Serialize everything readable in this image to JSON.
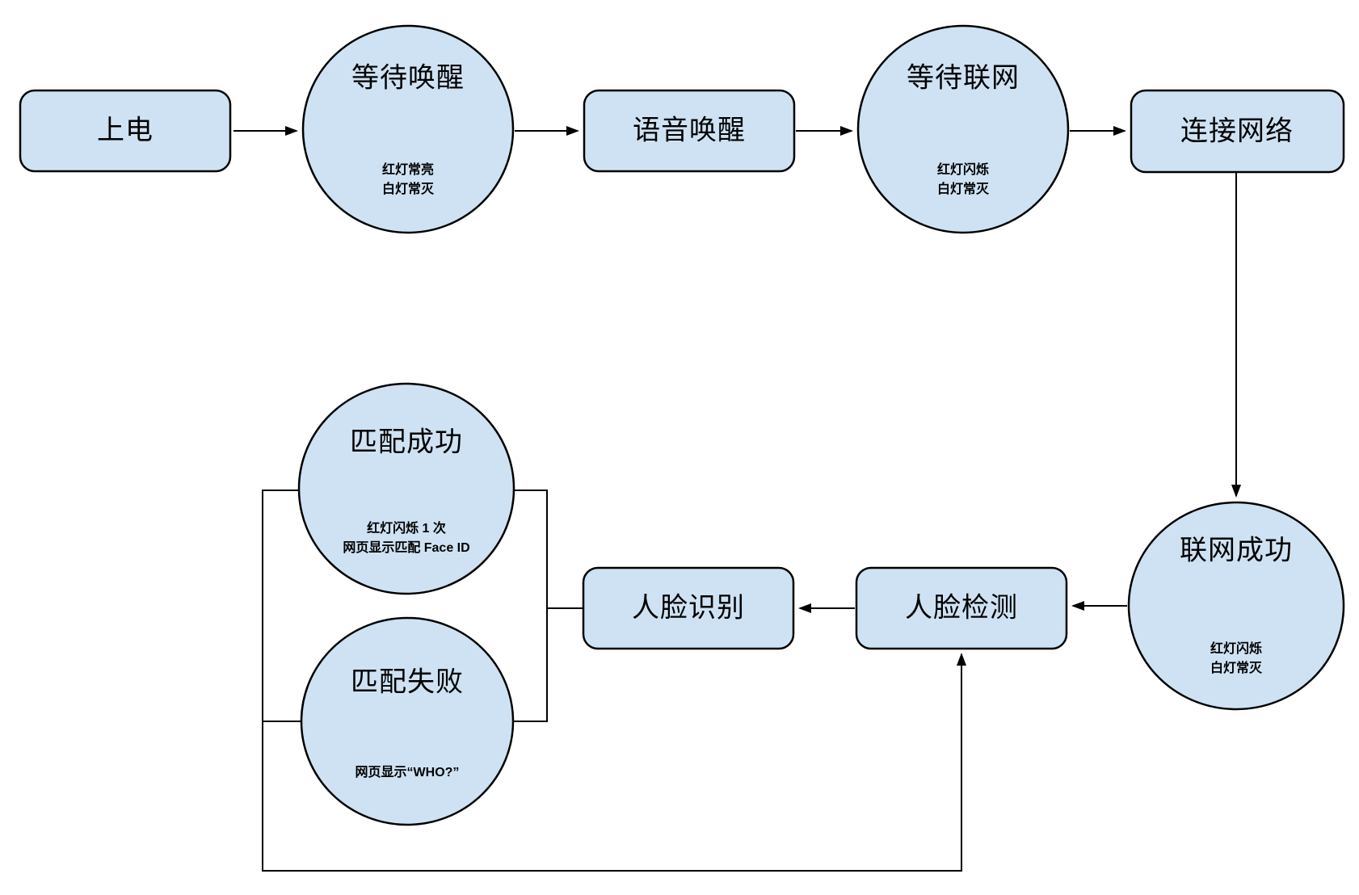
{
  "colors": {
    "shape_fill": "#cfe2f3",
    "shape_stroke": "#000000",
    "line_color": "#000000",
    "text_color": "#000000",
    "bg": "#ffffff"
  },
  "nodes": {
    "power_on": {
      "label": "上电"
    },
    "wait_wake": {
      "title": "等待唤醒",
      "sub1": "红灯常亮",
      "sub2": "白灯常灭"
    },
    "voice_wake": {
      "label": "语音唤醒"
    },
    "wait_network": {
      "title": "等待联网",
      "sub1": "红灯闪烁",
      "sub2": "白灯常灭"
    },
    "connect_network": {
      "label": "连接网络"
    },
    "network_success": {
      "title": "联网成功",
      "sub1": "红灯闪烁",
      "sub2": "白灯常灭"
    },
    "face_detect": {
      "label": "人脸检测"
    },
    "face_recognize": {
      "label": "人脸识别"
    },
    "match_success": {
      "title": "匹配成功",
      "sub1": "红灯闪烁 1 次",
      "sub2": "网页显示匹配 Face ID"
    },
    "match_fail": {
      "title": "匹配失败",
      "sub1": "网页显示“WHO?”"
    }
  }
}
